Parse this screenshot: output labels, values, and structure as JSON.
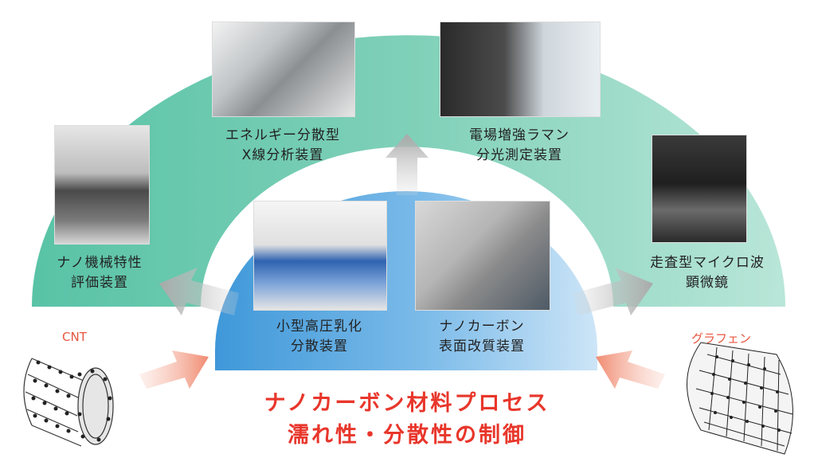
{
  "center_devices": {
    "left": {
      "line1": "小型高圧乳化",
      "line2": "分散装置"
    },
    "right": {
      "line1": "ナノカーボン",
      "line2": "表面改質装置"
    }
  },
  "outer_devices": {
    "nano_mech": {
      "line1": "ナノ機械特性",
      "line2": "評価装置"
    },
    "edx": {
      "line1": "エネルギー分散型",
      "line2": "X線分析装置"
    },
    "raman": {
      "line1": "電場増強ラマン",
      "line2": "分光測定装置"
    },
    "microwave": {
      "line1": "走査型マイクロ波",
      "line2": "顕微鏡"
    }
  },
  "inputs": {
    "left_label": "CNT",
    "right_label": "グラフェン"
  },
  "title": {
    "line1": "ナノカーボン材料プロセス",
    "line2": "濡れ性・分散性の制御"
  },
  "colors": {
    "outer_arc": "#8fd3bf",
    "inner_dome": "#5aa9e0",
    "accent_red": "#e8362b",
    "arrow_gray": "#b8b8b8",
    "arrow_salmon": "#f2a08a"
  }
}
